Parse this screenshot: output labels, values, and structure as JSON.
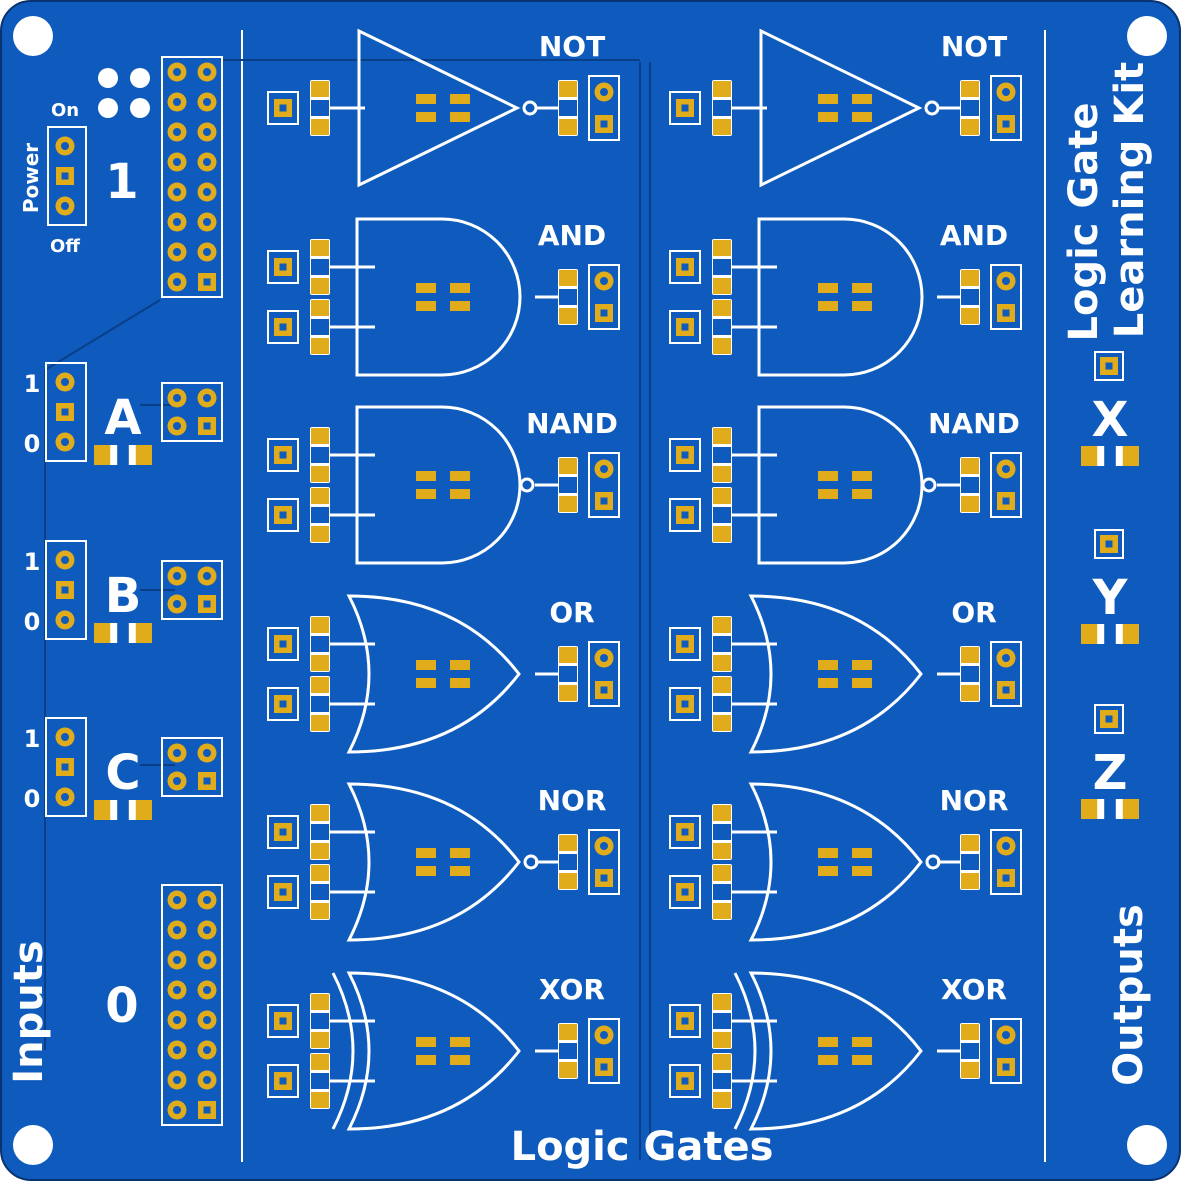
{
  "board": {
    "colors": {
      "pcb": "#0e5bbd",
      "pcb_edge": "#08336f",
      "silk": "#ffffff",
      "copper": "#e0ac1c",
      "trace": "#0a3e86",
      "hole": "#ffffff"
    }
  },
  "labels": {
    "power_on": "On",
    "power_label": "Power",
    "power_off": "Off",
    "input_1_header": "1",
    "input_0_header": "0",
    "inputs_title": "Inputs",
    "logic_gates_title": "Logic Gates",
    "kit_title_line1": "Logic Gate",
    "kit_title_line2": "Learning Kit",
    "outputs_title": "Outputs"
  },
  "inputs": [
    {
      "name": "A",
      "one": "1",
      "zero": "0"
    },
    {
      "name": "B",
      "one": "1",
      "zero": "0"
    },
    {
      "name": "C",
      "one": "1",
      "zero": "0"
    }
  ],
  "gate_rows": [
    {
      "label": "NOT"
    },
    {
      "label": "AND"
    },
    {
      "label": "NAND"
    },
    {
      "label": "OR"
    },
    {
      "label": "NOR"
    },
    {
      "label": "XOR"
    }
  ],
  "outputs": [
    "X",
    "Y",
    "Z"
  ]
}
